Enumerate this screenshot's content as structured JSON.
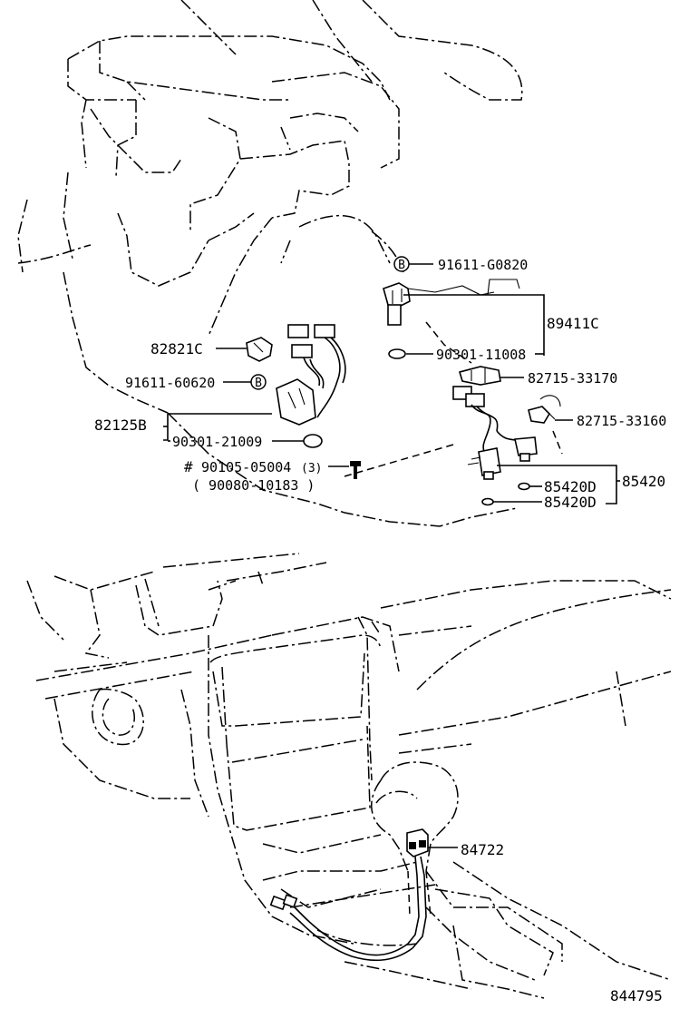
{
  "labels": {
    "p91611_g0820": "91611-G0820",
    "p89411c": "89411C",
    "p90301_11008": "90301-11008",
    "p82715_33170": "82715-33170",
    "p82715_33160": "82715-33160",
    "p82821c": "82821C",
    "p91611_60620": "91611-60620",
    "p82125b": "82125B",
    "p90301_21009": "90301-21009",
    "hash": "#",
    "p90105_05004": "90105-05004",
    "qty3": "(3)",
    "p90080_10183": "( 90080-10183 )",
    "p85420d_a": "85420D",
    "p85420": "85420",
    "p85420d_b": "85420D",
    "p84722": "84722",
    "diagram_number": "844795",
    "b_marker": "B"
  }
}
